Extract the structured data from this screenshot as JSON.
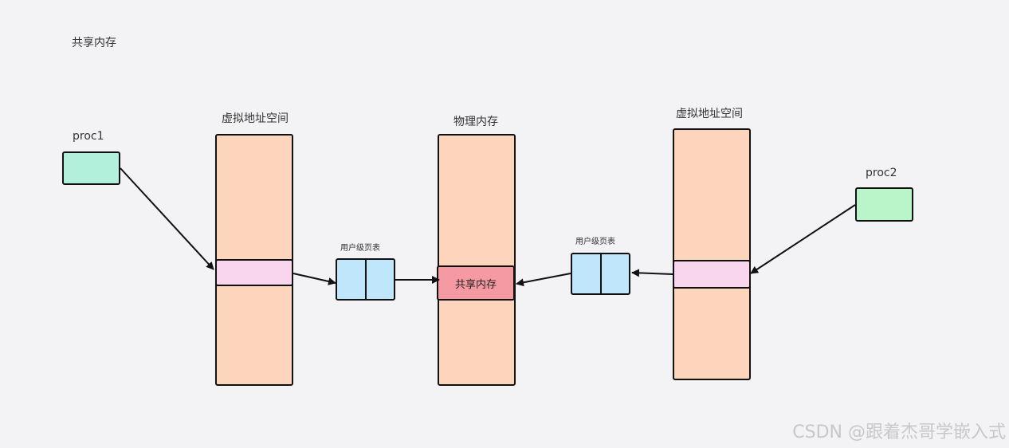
{
  "title": "共享内存",
  "proc1": {
    "label": "proc1"
  },
  "proc2": {
    "label": "proc2"
  },
  "vas_left": {
    "label": "虚拟地址空间"
  },
  "vas_right": {
    "label": "虚拟地址空间"
  },
  "physical_memory": {
    "label": "物理内存",
    "shared_label": "共享内存"
  },
  "page_table_left": {
    "label": "用户级页表"
  },
  "page_table_right": {
    "label": "用户级页表"
  },
  "watermark": "CSDN @跟着杰哥学嵌入式",
  "colors": {
    "background": "#f3f3f5",
    "proc1": "#b3f0dc",
    "proc2": "#b9f5c9",
    "address_space": "#fdd5bd",
    "mapped_segment": "#f9d5ee",
    "shared_memory": "#f59aa3",
    "page_table": "#c0e6fb"
  }
}
